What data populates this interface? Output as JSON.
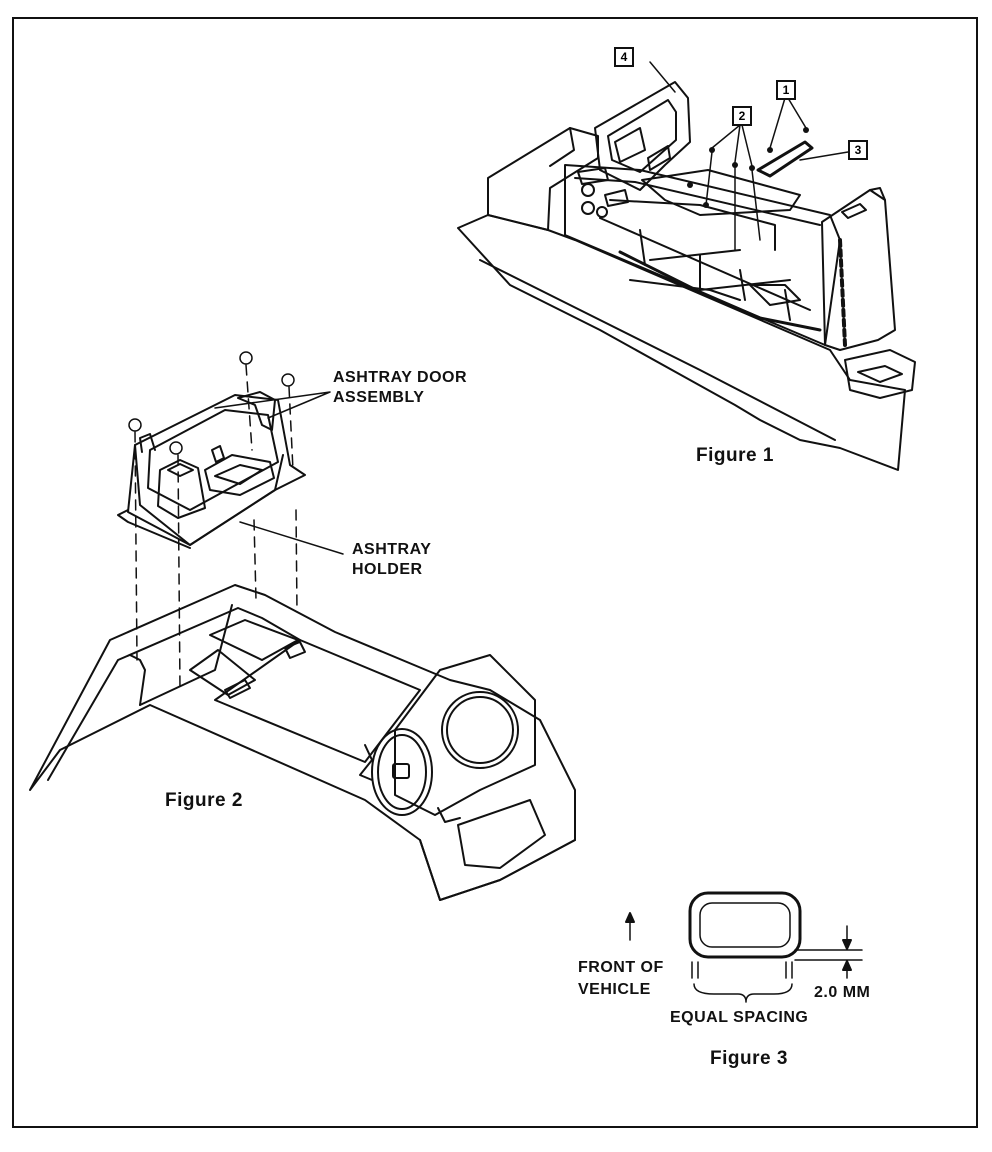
{
  "figure1": {
    "caption": "Figure 1",
    "callouts": [
      "1",
      "2",
      "3",
      "4"
    ]
  },
  "figure2": {
    "caption": "Figure 2",
    "ashtray_door_label": [
      "ASHTRAY DOOR",
      "ASSEMBLY"
    ],
    "ashtray_holder_label": [
      "ASHTRAY",
      "HOLDER"
    ]
  },
  "figure3": {
    "caption": "Figure 3",
    "front_label": [
      "FRONT OF",
      "VEHICLE"
    ],
    "dimension_label": "2.0 MM",
    "spacing_label": "EQUAL SPACING"
  }
}
